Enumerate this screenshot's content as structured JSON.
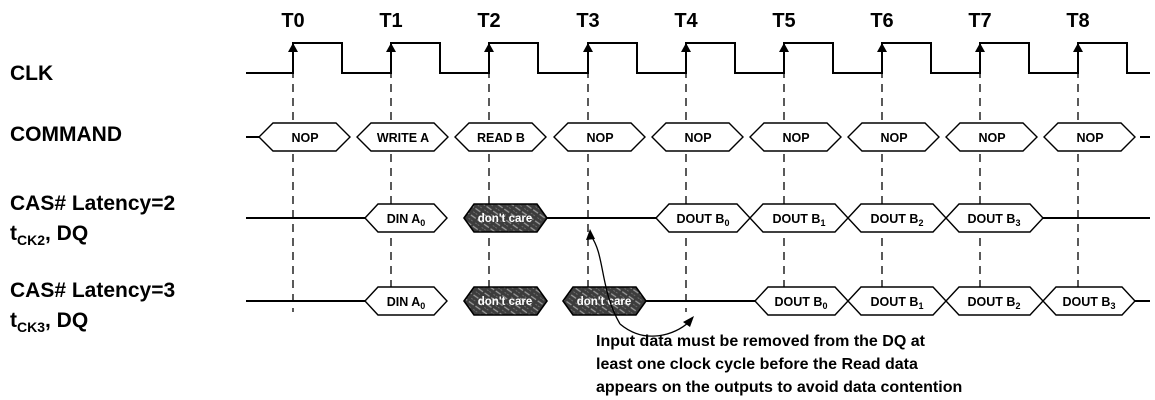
{
  "ticks": [
    "T0",
    "T1",
    "T2",
    "T3",
    "T4",
    "T5",
    "T6",
    "T7",
    "T8"
  ],
  "signals": {
    "clk": "CLK",
    "command": "COMMAND",
    "cl2_line1": "CAS# Latency=2",
    "cl2_line2_main": "t",
    "cl2_line2_sub": "CK2",
    "cl2_line2_rest": ", DQ",
    "cl3_line1": "CAS# Latency=3",
    "cl3_line2_main": "t",
    "cl3_line2_sub": "CK3",
    "cl3_line2_rest": ", DQ"
  },
  "commands": [
    "NOP",
    "WRITE A",
    "READ B",
    "NOP",
    "NOP",
    "NOP",
    "NOP",
    "NOP",
    "NOP"
  ],
  "cl2": {
    "din": {
      "main": "DIN A",
      "sub": "0"
    },
    "dont_care": "don't care",
    "dout": [
      {
        "main": "DOUT B",
        "sub": "0"
      },
      {
        "main": "DOUT B",
        "sub": "1"
      },
      {
        "main": "DOUT B",
        "sub": "2"
      },
      {
        "main": "DOUT B",
        "sub": "3"
      }
    ]
  },
  "cl3": {
    "din": {
      "main": "DIN A",
      "sub": "0"
    },
    "dont_care": [
      "don't care",
      "don't care"
    ],
    "dout": [
      {
        "main": "DOUT B",
        "sub": "0"
      },
      {
        "main": "DOUT B",
        "sub": "1"
      },
      {
        "main": "DOUT B",
        "sub": "2"
      },
      {
        "main": "DOUT B",
        "sub": "3"
      }
    ]
  },
  "note": [
    "Input data must be removed from the DQ at",
    "least one clock cycle before the Read data",
    "appears on the outputs to avoid data contention"
  ]
}
